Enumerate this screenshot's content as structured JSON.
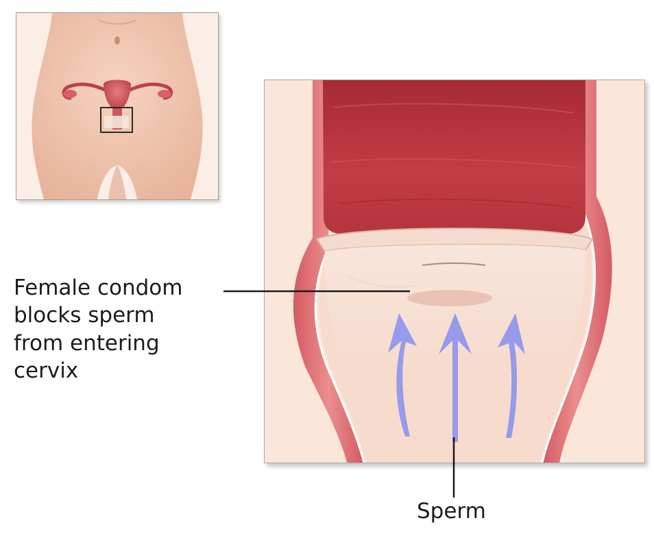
{
  "labels": {
    "condom_caption": [
      "Female condom",
      "blocks sperm",
      "from entering",
      "cervix"
    ],
    "sperm": "Sperm"
  },
  "icons": {
    "thumbnail": "female-body-anatomy-icon",
    "main": "vaginal-canal-cross-section-icon",
    "arrows": "upward-arrow-icon"
  },
  "colors": {
    "arrow": "#8f95ee",
    "tissue": "#b8343c",
    "skin": "#f7d8c6",
    "leader_line": "#1a1a1a"
  }
}
